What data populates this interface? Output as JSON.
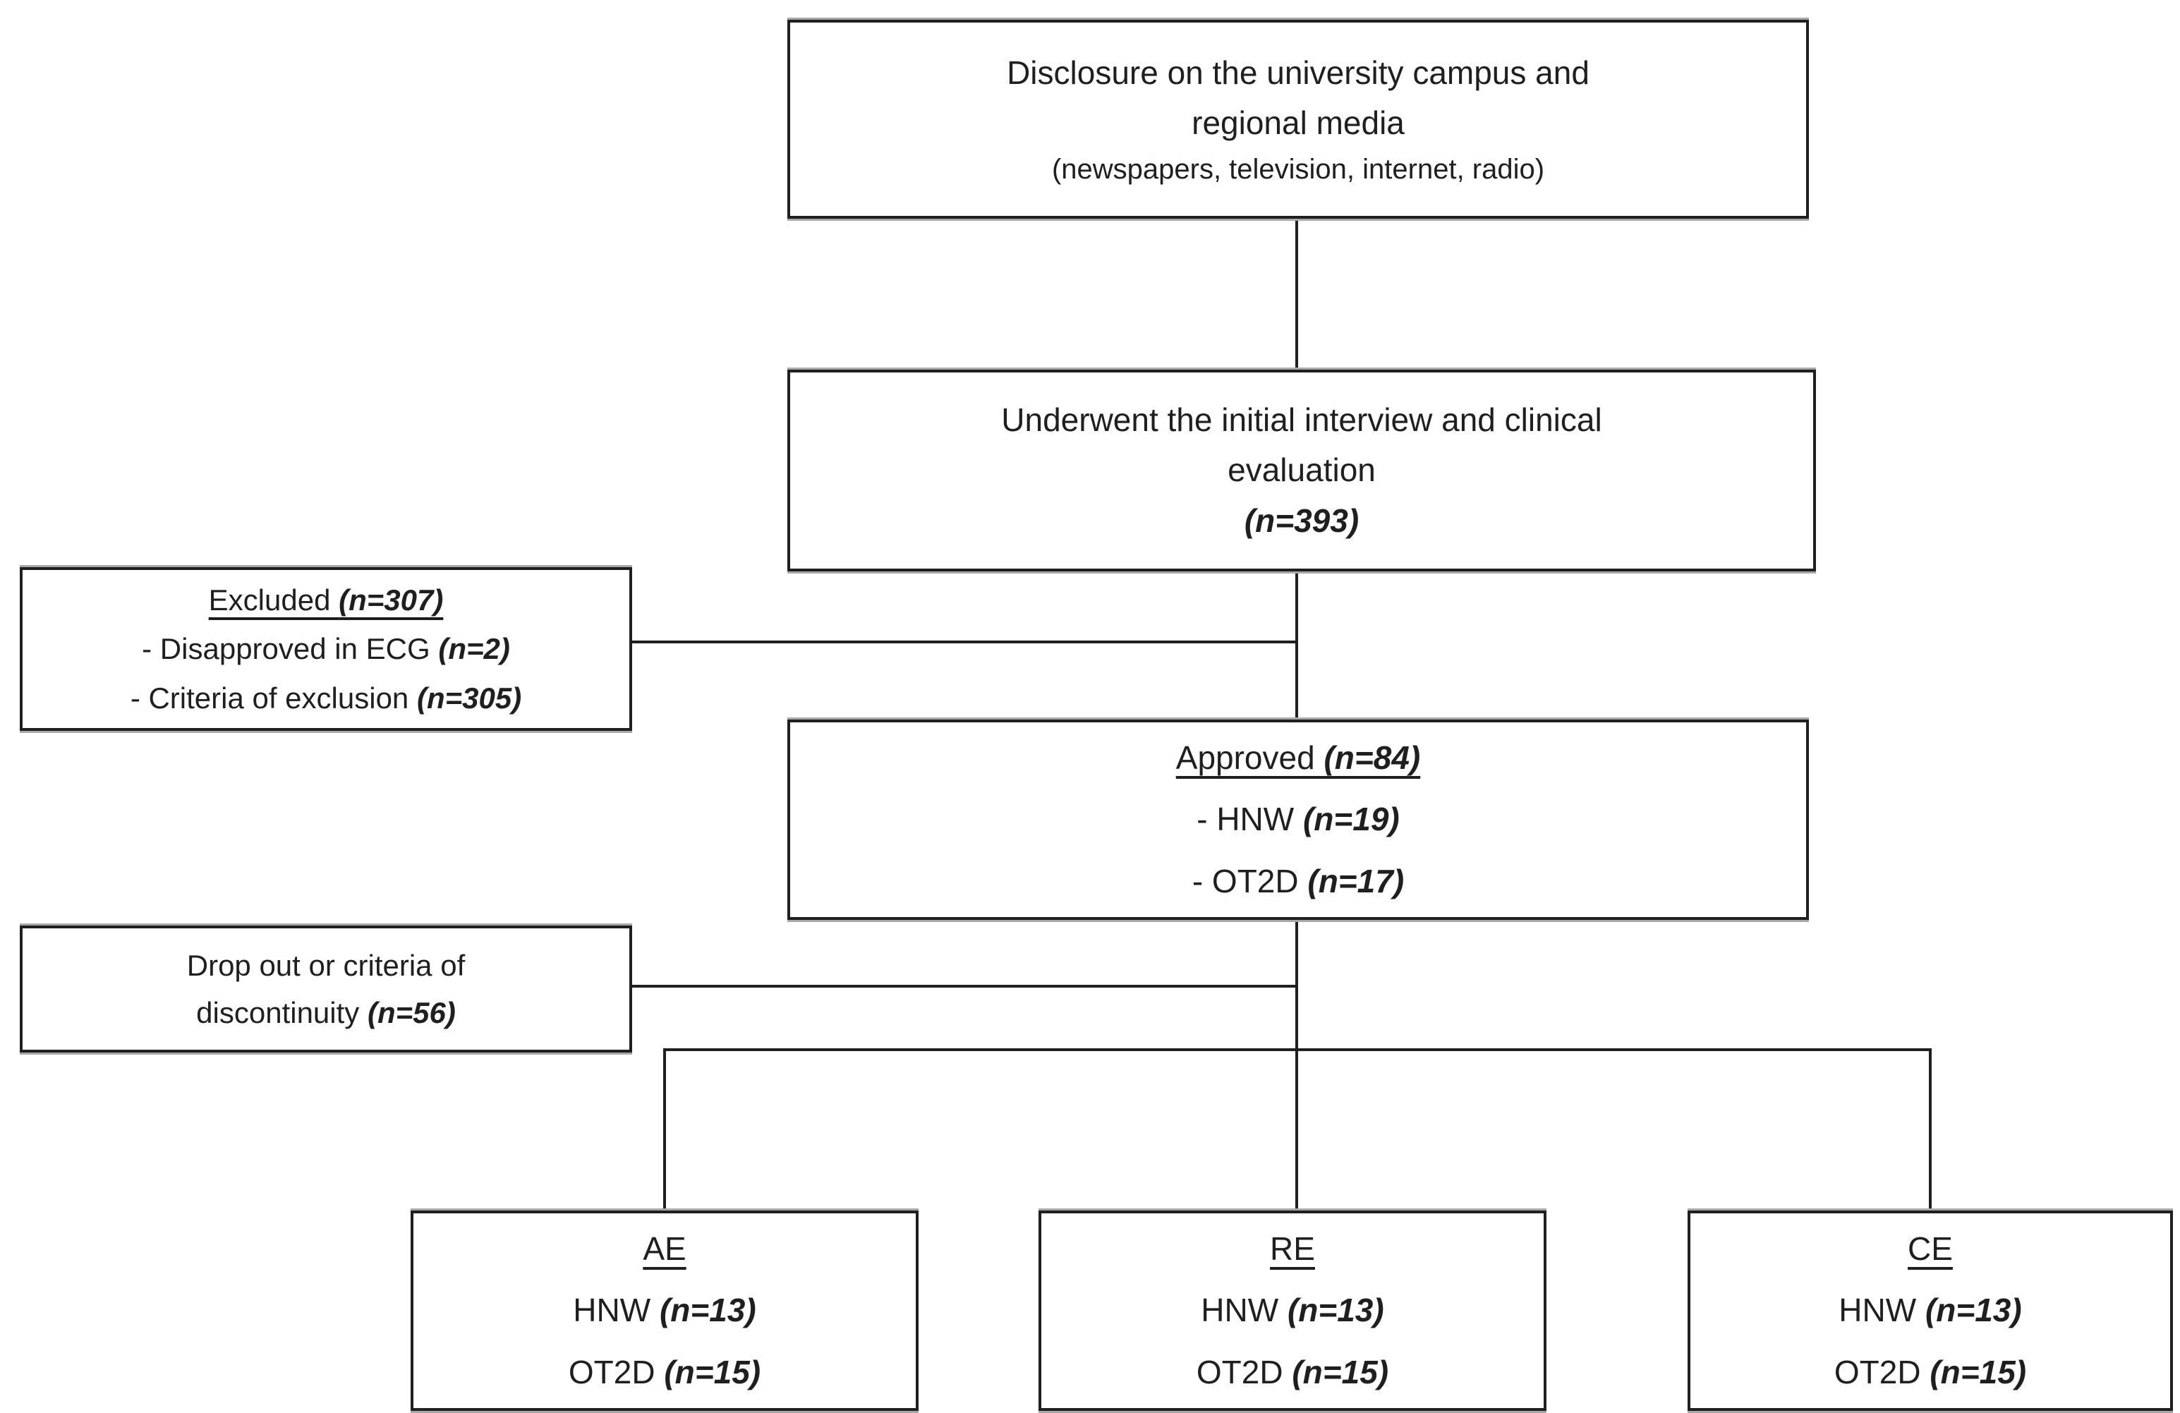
{
  "figure": {
    "background": "#ffffff",
    "line_color": "#1f1f1f",
    "text_color": "#1f1f1f",
    "box_fill": "#ffffff"
  },
  "boxes": {
    "disclosure": {
      "title_line1": "Disclosure on the university campus and",
      "title_line2": "regional media",
      "subtitle": "(newspapers, television, internet, radio)"
    },
    "interview": {
      "title_line1": "Underwent the initial interview and clinical",
      "title_line2": "evaluation",
      "n": "(n=393)"
    },
    "excluded": {
      "heading": "Excluded ",
      "heading_n": "(n=307)",
      "items": [
        {
          "label": "- Disapproved in ECG ",
          "n": "(n=2)"
        },
        {
          "label": "- Criteria of exclusion ",
          "n": "(n=305)"
        }
      ]
    },
    "approved": {
      "heading": "Approved ",
      "heading_n": "(n=84)",
      "items": [
        {
          "label": "- HNW ",
          "n": "(n=19)"
        },
        {
          "label": "- OT2D ",
          "n": "(n=17)"
        }
      ]
    },
    "dropout": {
      "line1": "Drop out or criteria of",
      "line2": "discontinuity ",
      "line2_n": "(n=56)"
    },
    "groups": [
      {
        "heading": "AE",
        "items": [
          {
            "label": "HNW ",
            "n": "(n=13)"
          },
          {
            "label": "OT2D ",
            "n": "(n=15)"
          }
        ]
      },
      {
        "heading": "RE",
        "items": [
          {
            "label": "HNW ",
            "n": "(n=13)"
          },
          {
            "label": "OT2D ",
            "n": "(n=15)"
          }
        ]
      },
      {
        "heading": "CE",
        "items": [
          {
            "label": "HNW ",
            "n": "(n=13)"
          },
          {
            "label": "OT2D ",
            "n": "(n=15)"
          }
        ]
      }
    ]
  }
}
